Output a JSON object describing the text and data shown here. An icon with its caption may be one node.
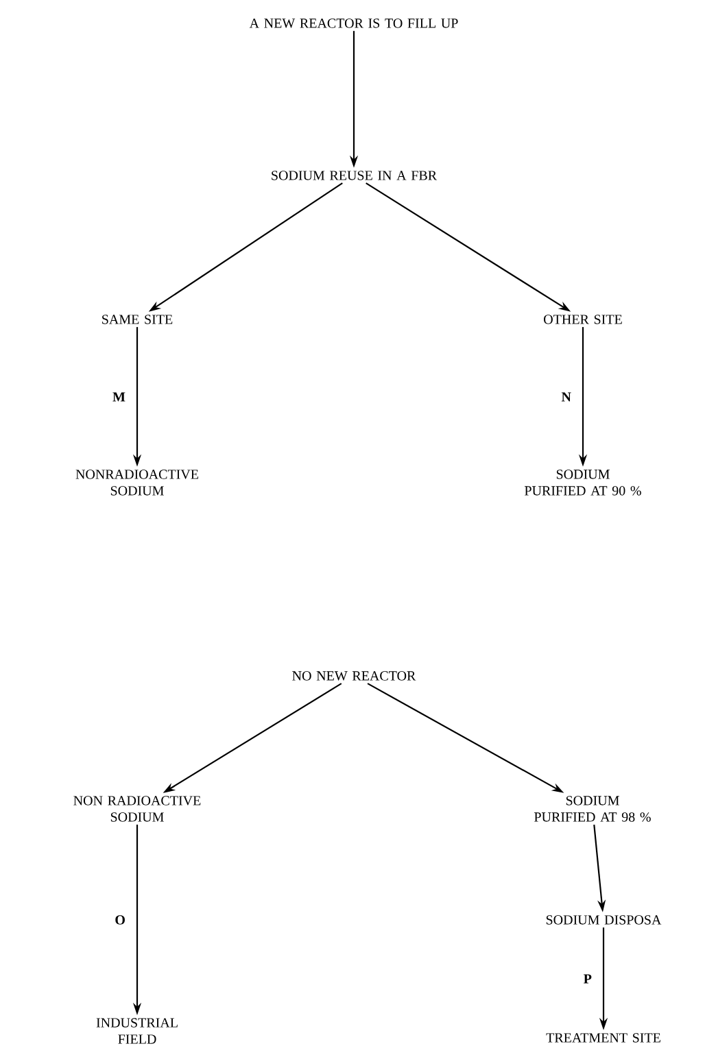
{
  "diagram": {
    "nodes": [
      {
        "text": [
          "A NEW REACTOR IS TO FILL UP"
        ]
      },
      {
        "text": [
          "SODIUM REUSE IN A FBR"
        ]
      },
      {
        "text": [
          "SAME SITE"
        ]
      },
      {
        "text": [
          "OTHER SITE"
        ]
      },
      {
        "text": [
          "NONRADIOACTIVE SODIUM"
        ]
      },
      {
        "text": [
          "SODIUM PURIFIED AT 90 %"
        ]
      },
      {
        "text": [
          "NO NEW REACTOR"
        ]
      },
      {
        "text": [
          "NON RADIOACTIVE SODIUM"
        ]
      },
      {
        "text": [
          "SODIUM PURIFIED AT 98 %"
        ]
      },
      {
        "text": [
          "SODIUM DISPOSA"
        ]
      },
      {
        "text": [
          "INDUSTRIAL FIELD"
        ]
      },
      {
        "text": [
          "TREATMENT SITE"
        ]
      }
    ],
    "edges": [
      {
        "from": 0,
        "to": 1,
        "arrow": "to"
      },
      {
        "from": 1,
        "to": 2,
        "arrow": "to"
      },
      {
        "from": 1,
        "to": 3,
        "arrow": "to"
      },
      {
        "from": 2,
        "to": 4,
        "arrow": "to",
        "label": "M"
      },
      {
        "from": 3,
        "to": 5,
        "arrow": "to",
        "label": "N"
      },
      {
        "from": 6,
        "to": 7,
        "arrow": "to"
      },
      {
        "from": 6,
        "to": 8,
        "arrow": "to"
      },
      {
        "from": 8,
        "to": 9,
        "arrow": "to"
      },
      {
        "from": 7,
        "to": 10,
        "arrow": "to",
        "label": "O"
      },
      {
        "from": 9,
        "to": 11,
        "arrow": "to",
        "label": "P"
      }
    ]
  }
}
